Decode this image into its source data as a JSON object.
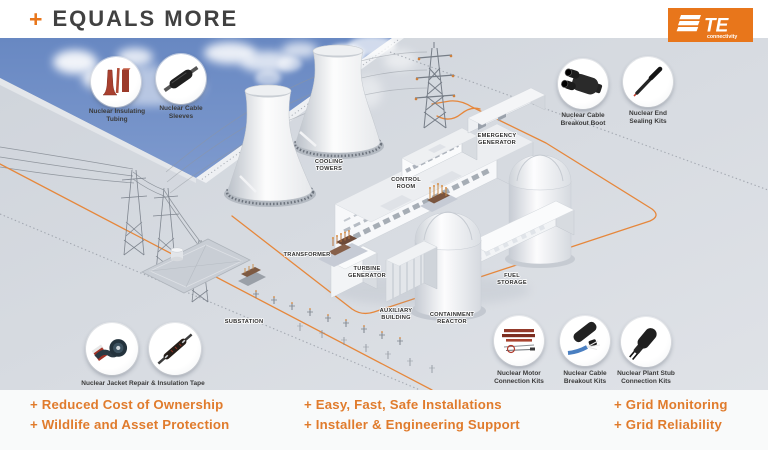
{
  "banner": {
    "plus": "+",
    "title": "EQUALS MORE"
  },
  "logo": {
    "te": "TE",
    "connectivity": "connectivity"
  },
  "colors": {
    "brand_orange": "#E8761B",
    "benefit_text": "#E07B2C",
    "sky_blue": "#6E8DC5",
    "ground_gray": "#D6DADE"
  },
  "plant": {
    "cooling_towers": [
      "COOLING",
      "TOWERS"
    ],
    "control_room": [
      "CONTROL",
      "ROOM"
    ],
    "emergency_generator": [
      "EMERGENCY",
      "GENERATOR"
    ],
    "transformer": [
      "TRANSFORMER"
    ],
    "turbine_generator": [
      "TURBINE",
      "GENERATOR"
    ],
    "auxiliary_building": [
      "AUXILIARY",
      "BUILDING"
    ],
    "substation": [
      "SUBSTATION"
    ],
    "containment_reactor": [
      "CONTAINMENT",
      "REACTOR"
    ],
    "fuel_storage": [
      "FUEL",
      "STORAGE"
    ]
  },
  "callouts": {
    "tl1": {
      "lines": [
        "Nuclear Insulating",
        "Tubing"
      ]
    },
    "tl2": {
      "lines": [
        "Nuclear Cable",
        "Sleeves"
      ]
    },
    "tr1": {
      "lines": [
        "Nuclear Cable",
        "Breakout Boot"
      ]
    },
    "tr2": {
      "lines": [
        "Nuclear End",
        "Sealing Kits"
      ]
    },
    "bl": {
      "lines": [
        "Nuclear Jacket Repair & Insulation Tape"
      ]
    },
    "br1": {
      "lines": [
        "Nuclear Motor",
        "Connection Kits"
      ]
    },
    "br2": {
      "lines": [
        "Nuclear Cable",
        "Breakout Kits"
      ]
    },
    "br3": {
      "lines": [
        "Nuclear Plant Stub",
        "Connection Kits"
      ]
    }
  },
  "benefits": [
    [
      "+ Reduced Cost of Ownership",
      "+ Wildlife and Asset Protection"
    ],
    [
      "+ Easy, Fast, Safe Installations",
      "+ Installer & Engineering Support"
    ],
    [
      "+ Grid Monitoring",
      "+ Grid Reliability"
    ]
  ]
}
